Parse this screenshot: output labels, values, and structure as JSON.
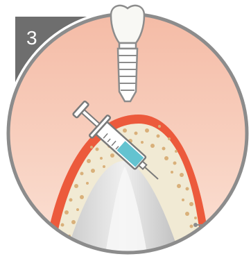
{
  "step": {
    "number": "3"
  },
  "illustration": {
    "subjects": [
      "dental-implant",
      "syringe",
      "jaw-bone",
      "gum",
      "bone-graft-particles"
    ]
  },
  "colors": {
    "step_badge": "#6e6e6e",
    "ring": "#8c8c8c",
    "background_top": "#f4b9a3",
    "background_bottom": "#fbe2d6",
    "gum": "#ec5a3c",
    "bone": "#f1ead4",
    "bone_particles": "#d9b07a",
    "socket": "#d6d6d6",
    "syringe_fluid": "#63c3d0"
  }
}
